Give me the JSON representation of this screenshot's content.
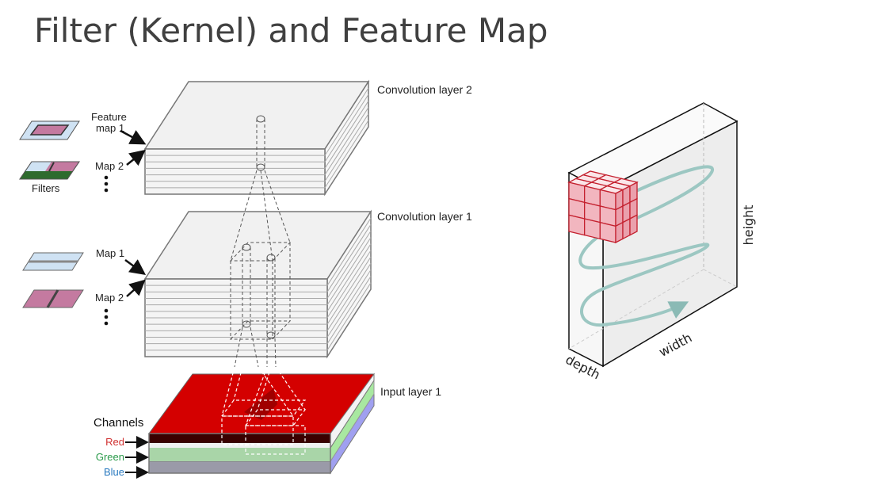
{
  "title": "Filter (Kernel) and Feature Map",
  "left_diagram": {
    "layers": [
      {
        "label": "Convolution layer 2"
      },
      {
        "label": "Convolution layer 1"
      },
      {
        "label": "Input layer 1"
      }
    ],
    "layer2_annotations": {
      "feature_map_1_line1": "Feature",
      "feature_map_1_line2": "map 1",
      "map_2": "Map 2",
      "filters": "Filters",
      "ellipsis": "⋮"
    },
    "layer1_annotations": {
      "map_1": "Map 1",
      "map_2": "Map 2",
      "ellipsis": "⋮"
    },
    "channels": {
      "heading": "Channels",
      "items": [
        {
          "label": "Red",
          "color": "#d03030"
        },
        {
          "label": "Green",
          "color": "#2a9a4a"
        },
        {
          "label": "Blue",
          "color": "#2a7ac0"
        }
      ]
    },
    "colors": {
      "red_layer": "#d40000",
      "green_layer": "#a8e8a0",
      "blue_layer": "#a0a0f0",
      "filter_pink": "#c47aa0",
      "filter_blue": "#cfe2f3",
      "filter_green": "#2e6b2e"
    }
  },
  "right_diagram": {
    "axes": {
      "height": "height",
      "width": "width",
      "depth": "depth"
    },
    "kernel_grid": "3x3x3",
    "colors": {
      "kernel": "#d9283a",
      "path": "#9cc7c2"
    }
  }
}
